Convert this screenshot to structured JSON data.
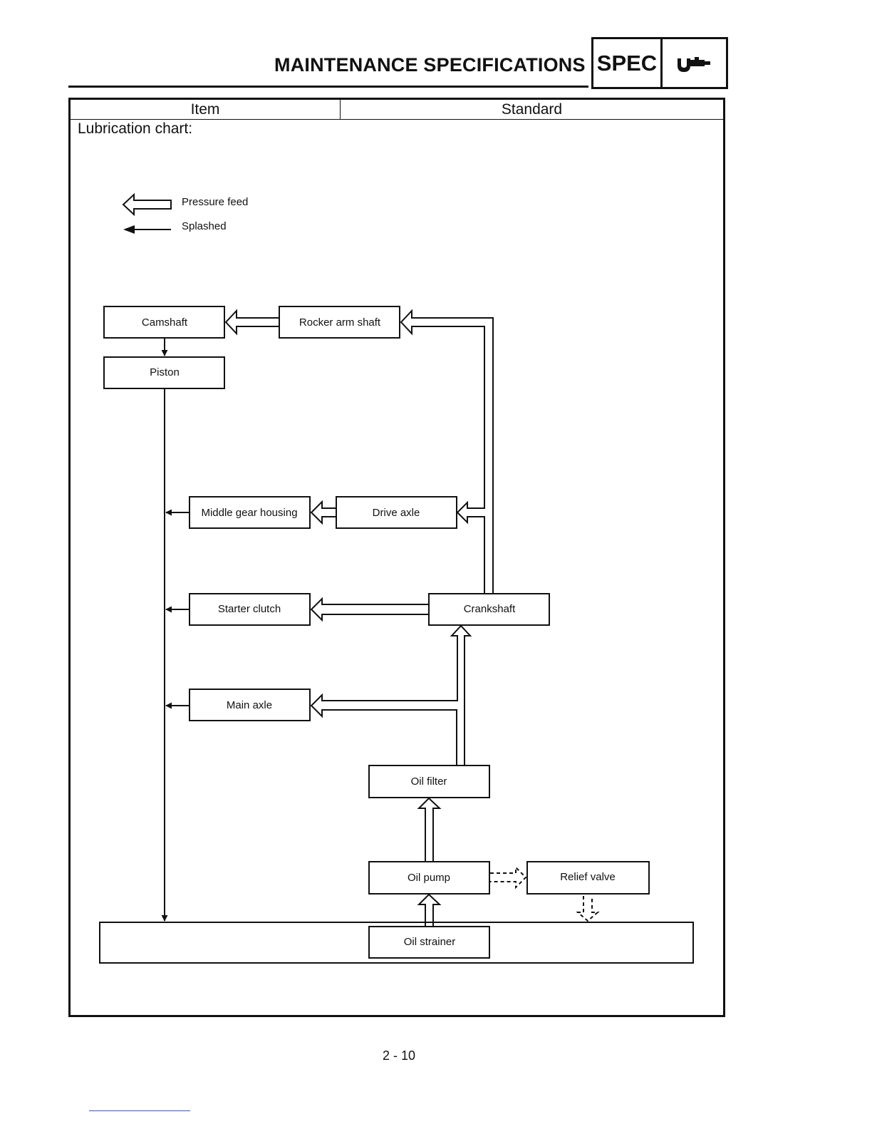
{
  "header": {
    "title": "MAINTENANCE SPECIFICATIONS",
    "badge": "SPEC",
    "badge_icon": "wrench-icon"
  },
  "table": {
    "col_item": "Item",
    "col_standard": "Standard",
    "section": "Lubrication chart:"
  },
  "legend": {
    "pressure_feed": "Pressure feed",
    "splashed": "Splashed"
  },
  "nodes": {
    "camshaft": "Camshaft",
    "rocker_arm_shaft": "Rocker arm shaft",
    "piston": "Piston",
    "middle_gear_housing": "Middle gear housing",
    "drive_axle": "Drive axle",
    "starter_clutch": "Starter clutch",
    "crankshaft": "Crankshaft",
    "main_axle": "Main axle",
    "oil_filter": "Oil filter",
    "oil_pump": "Oil pump",
    "relief_valve": "Relief valve",
    "oil_strainer": "Oil strainer"
  },
  "footer": {
    "page_number": "2 - 10"
  }
}
